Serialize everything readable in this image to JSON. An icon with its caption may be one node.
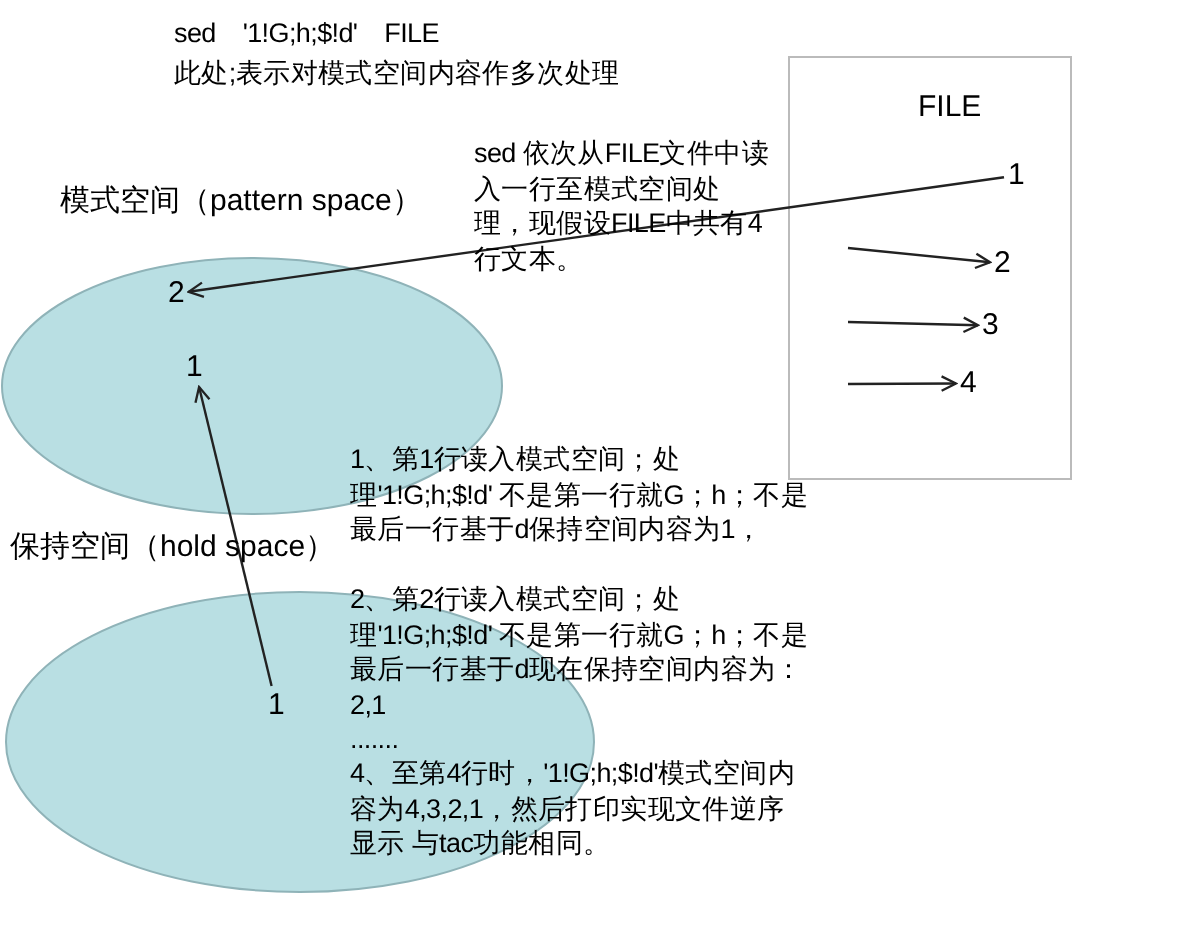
{
  "diagram": {
    "nodes": [
      {
        "text": [
          "模式空间（pattern space）"
        ]
      },
      {
        "text": [
          "2"
        ],
        "in": 0
      },
      {
        "text": [
          "1"
        ],
        "in": 0
      },
      {
        "text": [
          "保持空间（hold space）"
        ]
      },
      {
        "text": [
          "1"
        ],
        "in": 3
      },
      {
        "text": [
          "FILE"
        ]
      },
      {
        "text": [
          "1"
        ],
        "in": 5
      },
      {
        "text": [
          "2"
        ],
        "in": 5
      },
      {
        "text": [
          "3"
        ],
        "in": 5
      },
      {
        "text": [
          "4"
        ],
        "in": 5
      }
    ],
    "edges": [
      {
        "from": 6,
        "to": 1,
        "arrow": "to"
      },
      {
        "from": null,
        "to": 7,
        "arrow": "to"
      },
      {
        "from": null,
        "to": 8,
        "arrow": "to"
      },
      {
        "from": null,
        "to": 9,
        "arrow": "to"
      },
      {
        "from": 4,
        "to": 2,
        "arrow": "to"
      }
    ],
    "labels": [
      "sed '1!G;h;$!d' FILE",
      "此处;表示对模式空间内容作多次处理",
      "sed 依次从FILE文件中读入一行至模式空间处理，现假设FILE中共有4行文本。",
      "1、第1行读入模式空间；处理'1!G;h;$!d' 不是第一行就G；h；不是最后一行基于d保持空间内容为1，",
      "2、第2行读入模式空间；处理'1!G;h;$!d' 不是第一行就G；h；不是最后一行基于d现在保持空间内容为：2,1",
      ".......",
      "4、至第4行时，'1!G;h;$!d'模式空间内容为4,3,2,1，然后打印实现文件逆序显示 与tac功能相同。"
    ]
  }
}
